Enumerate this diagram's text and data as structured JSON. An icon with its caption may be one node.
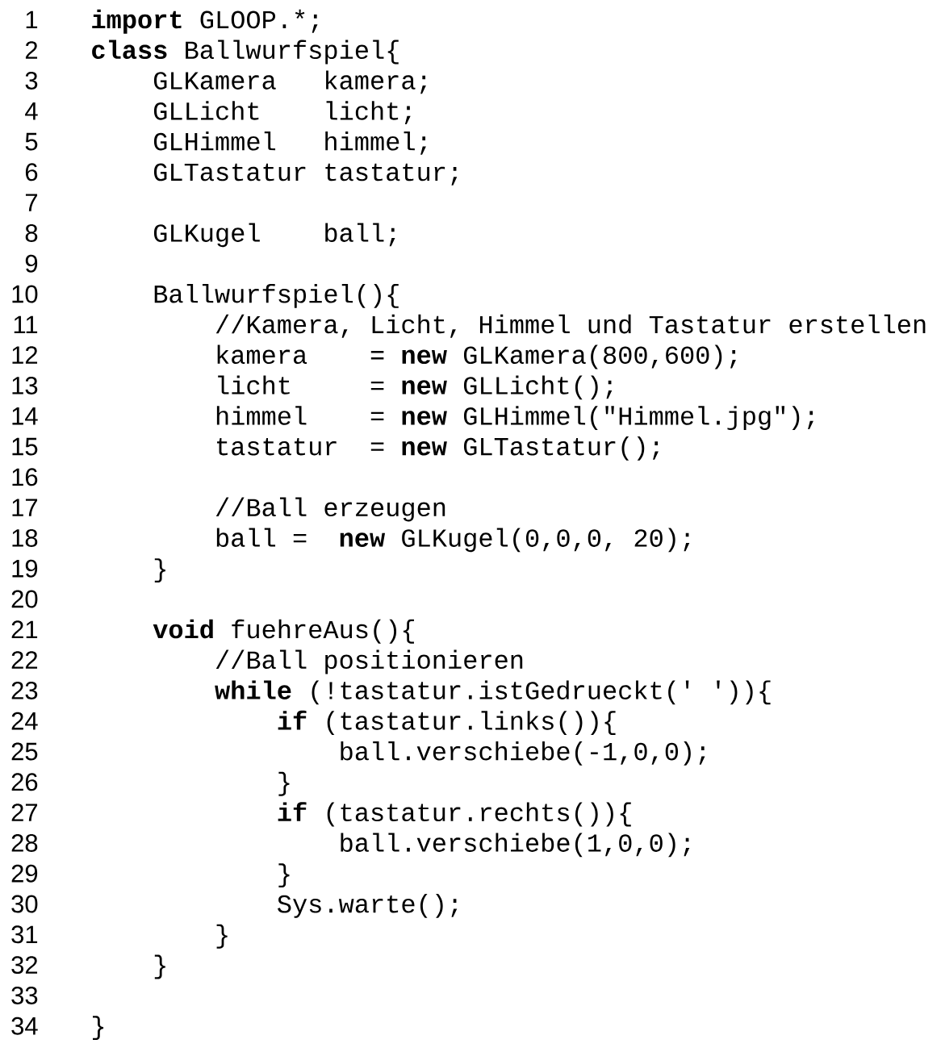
{
  "diagram": {
    "labels": [
      "1",
      "import",
      "GLOOP.*;",
      "2",
      "class",
      "Ballwurfspiel{",
      "3",
      "GLKamera",
      "kamera;",
      "4",
      "GLLicht",
      "licht;",
      "5",
      "GLHimmel",
      "himmel;",
      "6",
      "GLTastatur",
      "tastatur;",
      "7",
      "8",
      "GLKugel",
      "ball;",
      "9",
      "10",
      "Ballwurfspiel(){",
      "11",
      "//Kamera, Licht, Himmel und Tastatur erstellen",
      "12",
      "kamera",
      "=",
      "new",
      "GLKamera(800,600);",
      "13",
      "licht",
      "=",
      "new",
      "GLLicht();",
      "14",
      "himmel",
      "=",
      "new",
      "GLHimmel(\"Himmel.jpg\");",
      "15",
      "tastatur",
      "=",
      "new",
      "GLTastatur();",
      "16",
      "17",
      "//Ball erzeugen",
      "18",
      "ball =",
      "new",
      "GLKugel(0,0,0, 20);",
      "19",
      "}",
      "20",
      "21",
      "void",
      "fuehreAus(){",
      "22",
      "//Ball positionieren",
      "23",
      "while",
      "(!tastatur.istGedrueckt(' ')){",
      "24",
      "if",
      "(tastatur.links()){",
      "25",
      "ball.verschiebe(-1,0,0);",
      "26",
      "}",
      "27",
      "if",
      "(tastatur.rechts()){",
      "28",
      "ball.verschiebe(1,0,0);",
      "29",
      "}",
      "30",
      "Sys.warte();",
      "31",
      "}",
      "32",
      "}",
      "33",
      "34",
      "}"
    ]
  }
}
